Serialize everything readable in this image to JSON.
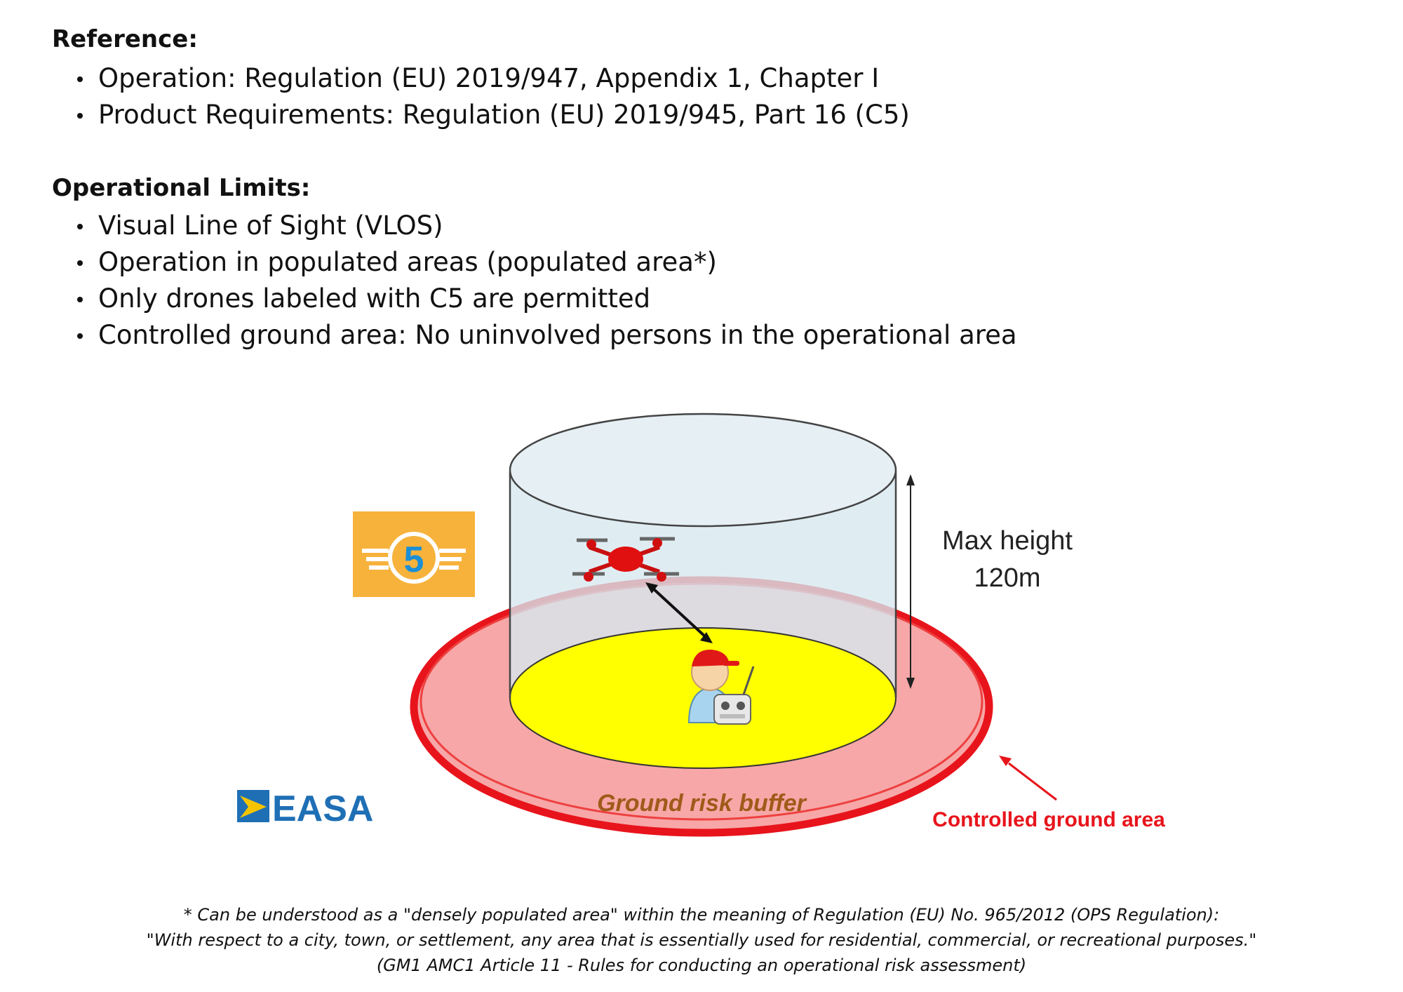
{
  "reference": {
    "heading": "Reference:",
    "items": [
      "Operation: Regulation (EU) 2019/947, Appendix 1, Chapter I",
      "Product Requirements: Regulation (EU) 2019/945, Part 16 (C5)"
    ]
  },
  "limits": {
    "heading": "Operational Limits:",
    "items": [
      "Visual Line of Sight (VLOS)",
      "Operation in populated areas (populated area*)",
      "Only drones labeled with C5 are permitted",
      "Controlled ground area: No uninvolved persons in the operational area"
    ]
  },
  "diagram": {
    "max_height_line1": "Max height",
    "max_height_line2": "120m",
    "class_badge": "5",
    "buffer_label": "Ground risk buffer",
    "controlled_label": "Controlled ground area",
    "logo_text": "EASA",
    "colors": {
      "cylinder": "#d6e8f0",
      "buffer": "#f7a7a7",
      "buffer_rim": "#e8141c",
      "ground": "#ffff00",
      "badge": "#f7b23c",
      "badge_number": "#1a8fd6",
      "logo": "#1f6fb5",
      "drone": "#e01010"
    }
  },
  "footnote": {
    "line1": "* Can be understood as a \"densely populated area\" within the meaning of Regulation (EU) No. 965/2012 (OPS Regulation):",
    "line2": "\"With respect to a city, town, or settlement, any area that is essentially used for residential, commercial, or recreational purposes.\"",
    "line3": "(GM1 AMC1 Article 11 - Rules for conducting an operational risk assessment)"
  }
}
